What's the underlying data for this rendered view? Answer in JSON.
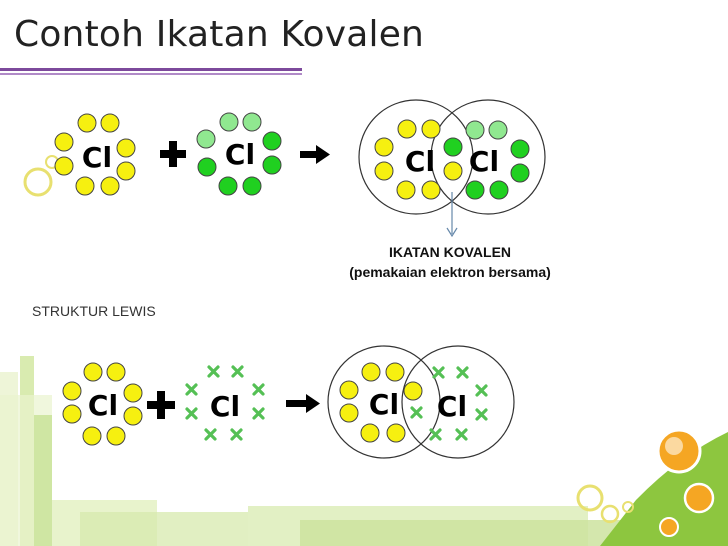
{
  "slide": {
    "title": "Contoh Ikatan Kovalen"
  },
  "section_label": "STRUKTUR LEWIS",
  "atom_symbol": "Cl",
  "caption": {
    "line1": "IKATAN KOVALEN",
    "line2": "(pemakaian elektron bersama)"
  },
  "colors": {
    "electron_yellow": "#f6f010",
    "electron_green": "#20d020",
    "electron_green_light": "#90e890",
    "lewis_cross": "#55c055",
    "arrow": "#6688aa",
    "title_rule": "#7d4a9c",
    "deco_green_light": "#e6f1c8",
    "deco_green_mid": "#c7e29a",
    "deco_green_dark": "#8dc63f",
    "deco_ring": "#e8e070",
    "orb_orange": "#f5a623"
  },
  "icons": [
    "plus-icon",
    "arrow-right-icon",
    "pointer-arrow-icon"
  ]
}
